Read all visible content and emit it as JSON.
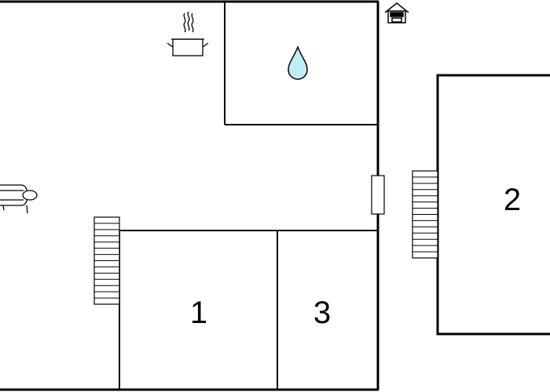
{
  "rooms": [
    {
      "id": "bedroom-1",
      "label": "1"
    },
    {
      "id": "bedroom-2",
      "label": "2"
    },
    {
      "id": "bedroom-3",
      "label": "3"
    }
  ],
  "icons": {
    "kitchen": "cooking-pot-icon",
    "bathroom": "water-drop-icon",
    "living": "sofa-icon",
    "house": "house-icon"
  },
  "colors": {
    "wall": "#000000",
    "water": "#bfeef5",
    "background": "#ffffff"
  }
}
